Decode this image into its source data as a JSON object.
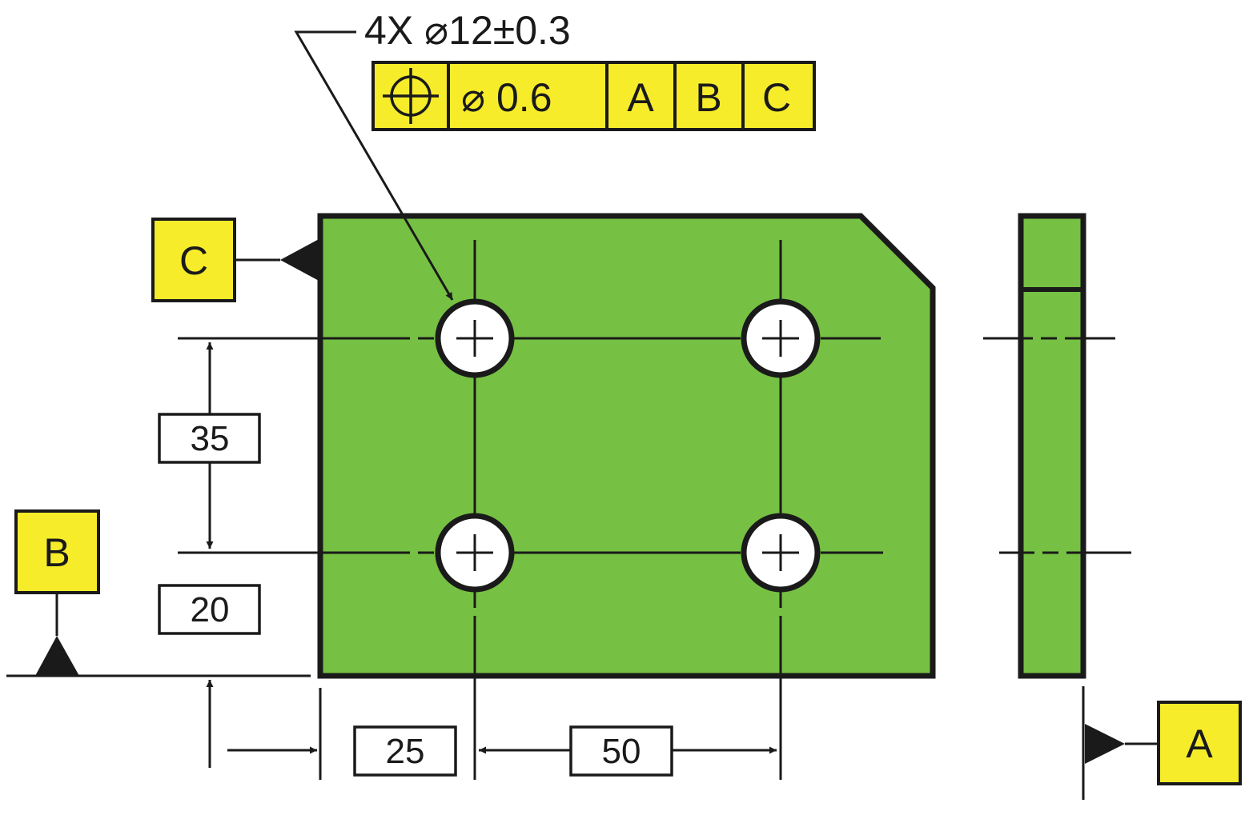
{
  "hole_callout": "4X ⌀12±0.3",
  "feature_control_frame": {
    "symbol": "position-icon",
    "tolerance": "⌀ 0.6",
    "datums": [
      "A",
      "B",
      "C"
    ]
  },
  "datum_labels": {
    "a": "A",
    "b": "B",
    "c": "C"
  },
  "dimensions": {
    "hole_spacing_vertical": "35",
    "hole_offset_vertical": "20",
    "hole_offset_horizontal": "25",
    "hole_spacing_horizontal": "50"
  },
  "colors": {
    "part_fill": "#76c043",
    "label_fill": "#f7ec2a",
    "line": "#1a1a1a"
  }
}
